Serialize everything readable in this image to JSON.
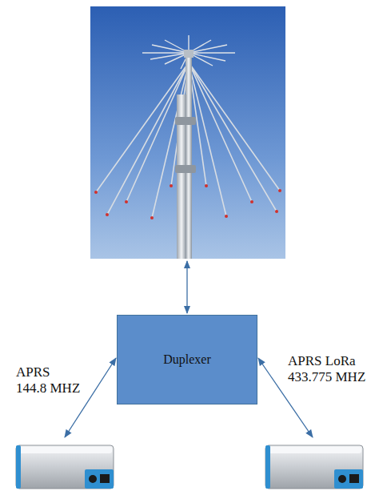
{
  "diagram": {
    "nodes": [
      {
        "text": [
          "Duplexer"
        ]
      }
    ],
    "labels": [
      "APRS 144.8 MHZ",
      "APRS LoRa 433.775 MHZ"
    ]
  }
}
